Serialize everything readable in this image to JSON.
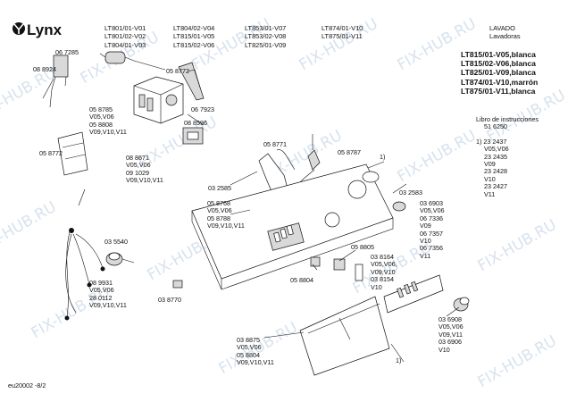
{
  "brand": {
    "name": "Lynx"
  },
  "header": {
    "models": [
      [
        "LT801/01-V01",
        "LT801/02-V02",
        "LT804/01-V03"
      ],
      [
        "LT804/02-V04",
        "LT815/01-V05",
        "LT815/02-V06"
      ],
      [
        "LT853/01-V07",
        "LT853/02-V08",
        "LT825/01-V09"
      ],
      [
        "LT874/01-V10",
        "LT875/01-V11"
      ]
    ],
    "category": [
      "LAVADO",
      "Lavadoras"
    ]
  },
  "variants": [
    "LT815/01-V05,blanca",
    "LT815/02-V06,blanca",
    "LT825/01-V09,blanca",
    "LT874/01-V10,marrón",
    "LT875/01-V11,blanca"
  ],
  "manual": {
    "lines": [
      "Libro de instrucciones",
      "51 6250",
      "",
      "1)  23 2437",
      "V05,V06",
      "23 2435",
      "V09",
      "23 2428",
      "V10",
      "23 2427",
      "V11"
    ]
  },
  "labels": {
    "l08_8924": "08 8924",
    "l06_7285": "06 7285",
    "l05_8772a": "05 8772",
    "l05_8785": [
      "05 8785",
      "V05,V06",
      "05 8808",
      "V09,V10,V11"
    ],
    "l08_8596": "08 8596",
    "l06_7923": "06 7923",
    "l05_8772b": "05 8772",
    "l08_8671": [
      "08 8671",
      "V05,V06",
      "09 1029",
      "V09,V10,V11"
    ],
    "l05_8771": "05 8771",
    "l05_8787": "05 8787",
    "fn1a": "1)",
    "l03_2585": "03 2585",
    "l03_2583": "03 2583",
    "l05_8768": [
      "05 8768",
      "V05,V06",
      "05 8788",
      "V09,V10,V11"
    ],
    "l03_6903": [
      "03 6903",
      "V05,V06",
      "06 7336",
      "V09",
      "06 7357",
      "V10",
      "06 7356",
      "V11"
    ],
    "l03_5540": "03 5540",
    "l05_8805": "05 8805",
    "l03_8164": [
      "03 8164",
      "V05,V06,",
      "V09,V10",
      "03 8154",
      "V10"
    ],
    "l05_8804a": "05 8804",
    "l08_9931": [
      "08 9931",
      "V05,V06",
      "28 0112",
      "V09,V10,V11"
    ],
    "l03_8770": "03 8770",
    "l03_6908": [
      "03 6908",
      "V05,V06",
      "V09,V11",
      "03 6906",
      "V10"
    ],
    "l03_8875": [
      "03 8875",
      "V05,V06",
      "05 8804",
      "V09,V10,V11"
    ],
    "fn1b": "1)"
  },
  "footer": {
    "code": "eu20002  -8/2"
  },
  "watermark": "FIX-HUB.RU"
}
